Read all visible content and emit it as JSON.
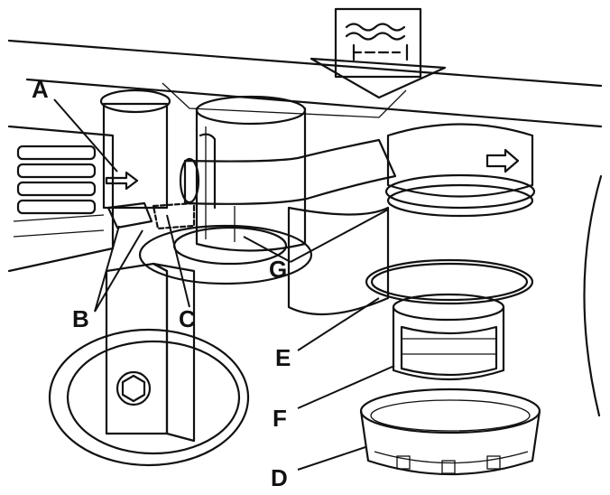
{
  "labels": {
    "A": "A",
    "B": "B",
    "C": "C",
    "D": "D",
    "E": "E",
    "F": "F",
    "G": "G"
  },
  "icons": [
    "water-level-icon",
    "downward-arrow-icon",
    "flow-arrow-icon"
  ],
  "colors": {
    "line": "#111111",
    "shade": "#c9c9c9",
    "screen": "#9a9a9a",
    "background": "#ffffff"
  }
}
